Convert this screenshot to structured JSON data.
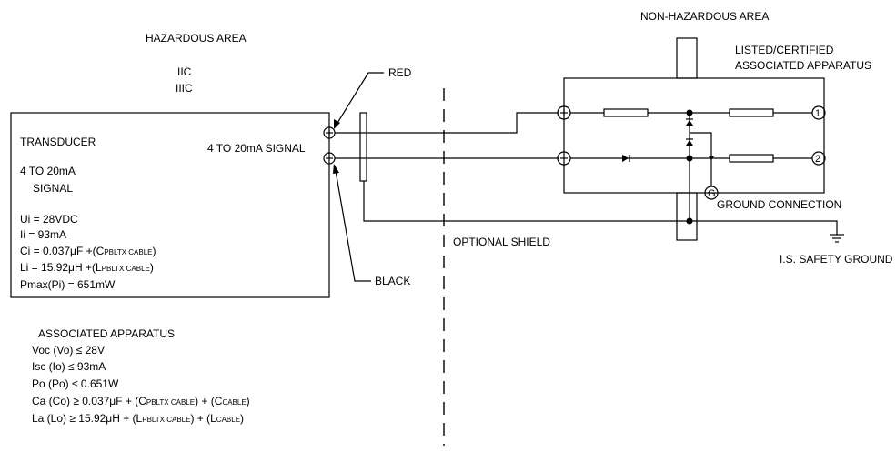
{
  "labels": {
    "hazardous_area": "HAZARDOUS AREA",
    "gas_group_1": "IIC",
    "gas_group_2": "IIIC",
    "non_hazardous_area": "NON-HAZARDOUS AREA",
    "listed_line1": "LISTED/CERTIFIED",
    "listed_line2": "ASSOCIATED APPARATUS",
    "red": "RED",
    "black": "BLACK",
    "signal": "4 TO 20mA SIGNAL",
    "optional_shield": "OPTIONAL SHIELD",
    "ground_connection": "GROUND CONNECTION",
    "safety_ground": "I.S. SAFETY GROUND",
    "terminal_g": "G",
    "terminal_1": "1",
    "terminal_2": "2"
  },
  "transducer": {
    "title": "TRANSDUCER",
    "signal_line1": "4 TO 20mA",
    "signal_line2": "SIGNAL",
    "ui": "Ui = 28VDC",
    "ii": "Ii = 93mA",
    "ci_main": "Ci = 0.037μF +(C",
    "ci_sub": "PBLTX CABLE",
    "ci_end": ")",
    "li_main": "Li = 15.92μH +(L",
    "li_sub": "PBLTX CABLE",
    "li_end": ")",
    "pmax": "Pmax(Pi) = 651mW"
  },
  "associated_apparatus": {
    "title": "ASSOCIATED APPARATUS",
    "voc": "Voc (Vo) ≤ 28V",
    "isc": "Isc (Io) ≤ 93mA",
    "po": "Po (Po) ≤ 0.651W",
    "ca_main": "Ca (Co) ≥ 0.037μF + (C",
    "ca_sub1": "PBLTX CABLE",
    "ca_mid": ") + (C",
    "ca_sub2": "CABLE",
    "ca_end": ")",
    "la_main": "La (Lo) ≥ 15.92μH + (L",
    "la_sub1": "PBLTX CABLE",
    "la_mid": ") + (L",
    "la_sub2": "CABLE",
    "la_end": ")"
  }
}
